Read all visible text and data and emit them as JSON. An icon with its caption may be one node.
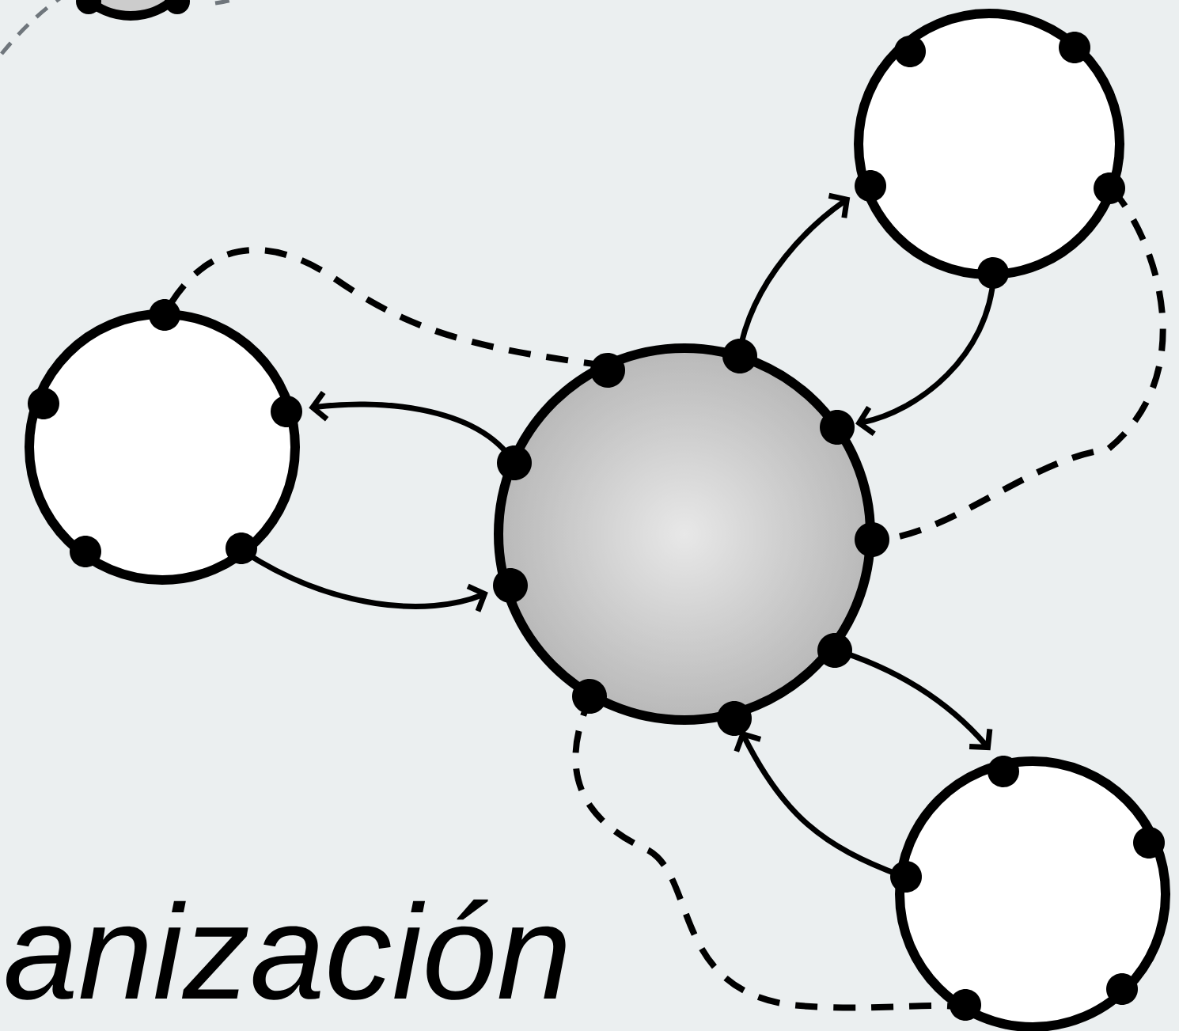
{
  "diagram": {
    "nodes": [
      {
        "text": [],
        "shape": "circle"
      },
      {
        "text": [],
        "shape": "circle"
      },
      {
        "text": [],
        "shape": "circle"
      },
      {
        "text": [],
        "shape": "circle"
      },
      {
        "text": [],
        "shape": "circle"
      }
    ],
    "edges": [
      {
        "from": 0,
        "to": 1,
        "arrow": "to"
      },
      {
        "from": 1,
        "to": 0,
        "arrow": "to"
      },
      {
        "from": 0,
        "to": 2,
        "arrow": "to"
      },
      {
        "from": 2,
        "to": 0,
        "arrow": "to"
      },
      {
        "from": 0,
        "to": 3,
        "arrow": "to"
      },
      {
        "from": 3,
        "to": 0,
        "arrow": "to"
      },
      {
        "from": 0,
        "to": 1,
        "arrow": "none",
        "style": "dashed"
      },
      {
        "from": 2,
        "to": 0,
        "arrow": "none",
        "style": "dashed"
      },
      {
        "from": 0,
        "to": 3,
        "arrow": "none",
        "style": "dashed"
      }
    ],
    "labels": [
      "anización"
    ]
  }
}
